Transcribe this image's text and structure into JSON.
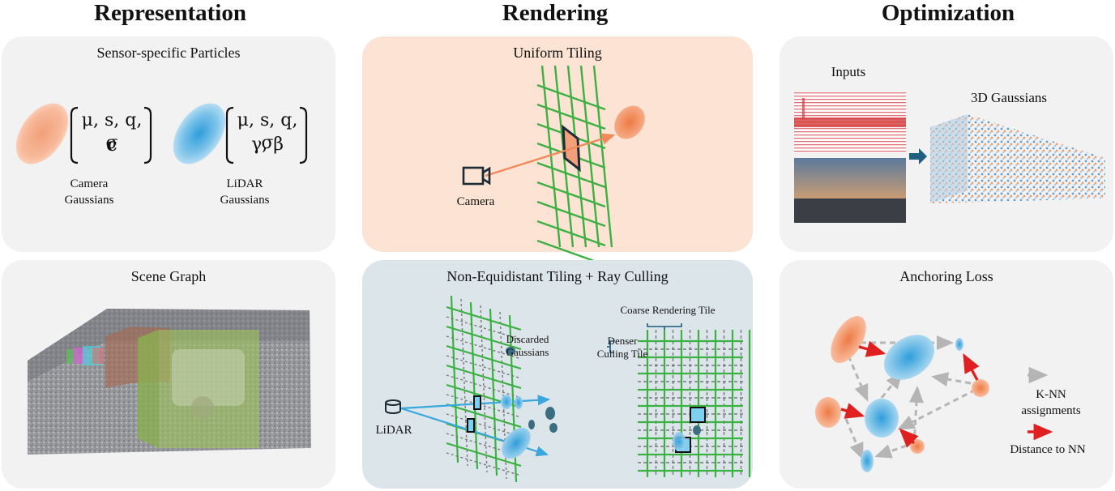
{
  "columns": {
    "representation": "Representation",
    "rendering": "Rendering",
    "optimization": "Optimization"
  },
  "panels": {
    "particles": {
      "title": "Sensor-specific Particles",
      "camera_params_row1": "μ, s, q, σ",
      "camera_params_row2": "c",
      "lidar_params_row1": "μ, s, q, σ",
      "lidar_params_row2": "γ, β",
      "camera_label_1": "Camera",
      "camera_label_2": "Gaussians",
      "lidar_label_1": "LiDAR",
      "lidar_label_2": "Gaussians"
    },
    "scene_graph": {
      "title": "Scene Graph"
    },
    "uniform_tiling": {
      "title": "Uniform Tiling",
      "camera_label": "Camera"
    },
    "non_equidistant": {
      "title": "Non-Equidistant Tiling + Ray Culling",
      "discarded_1": "Discarded",
      "discarded_2": "Gaussians",
      "coarse_tile": "Coarse Rendering Tile",
      "denser_1": "Denser",
      "denser_2": "Culling Tile",
      "lidar_label": "LiDAR"
    },
    "optimization_top": {
      "inputs": "Inputs",
      "gaussians_3d": "3D Gaussians"
    },
    "anchoring": {
      "title": "Anchoring Loss",
      "knn_1": "K-NN",
      "knn_2": "assignments",
      "distance": "Distance to NN"
    }
  },
  "colors": {
    "camera_orange": "#f08a5d",
    "lidar_blue": "#3aa7dd",
    "grid_green": "#3cb043",
    "panel_grey": "#f2f2f2",
    "panel_orange": "#fce3d3",
    "panel_blue": "#dce6ea",
    "arrow_red": "#e02020",
    "arrow_grey": "#b5b5b5"
  }
}
